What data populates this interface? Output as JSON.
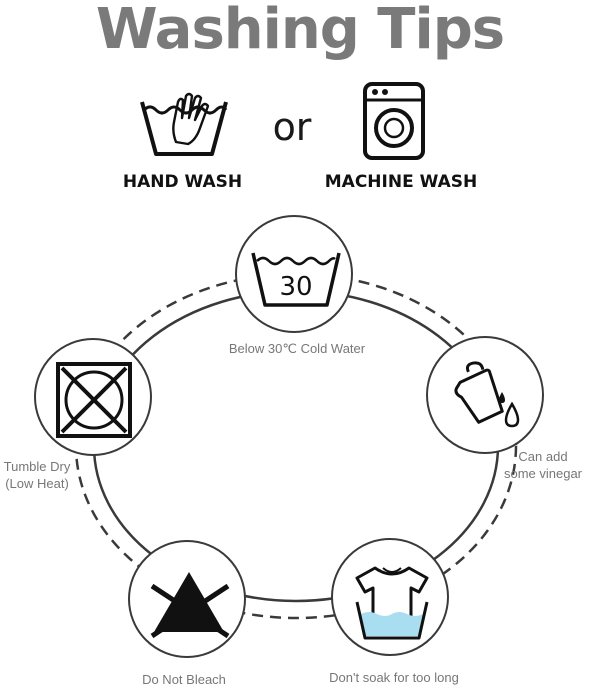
{
  "title": "Washing Tips",
  "methods": {
    "hand_wash": {
      "label": "HAND WASH",
      "icon": "hand-wash-icon"
    },
    "separator": "or",
    "machine_wash": {
      "label": "MACHINE WASH",
      "icon": "washing-machine-icon"
    }
  },
  "tips": [
    {
      "label": "Below 30℃ Cold Water",
      "icon": "wash-30-icon",
      "temperature": "30"
    },
    {
      "label": "Can add some vinegar",
      "label_lines": [
        "Can add",
        "some vinegar"
      ],
      "icon": "vinegar-jug-icon"
    },
    {
      "label": "Don't soak for too long",
      "icon": "no-soak-tshirt-icon"
    },
    {
      "label": "Do Not Bleach",
      "icon": "no-bleach-icon"
    },
    {
      "label": "Tumble Dry (Low Heat)",
      "label_lines": [
        "Tumble Dry",
        "(Low Heat)"
      ],
      "icon": "tumble-dry-icon"
    }
  ],
  "colors": {
    "title": "#7a7a7a",
    "ring": "#3a3a3a",
    "water": "#a9ddf0",
    "label": "#777777"
  }
}
